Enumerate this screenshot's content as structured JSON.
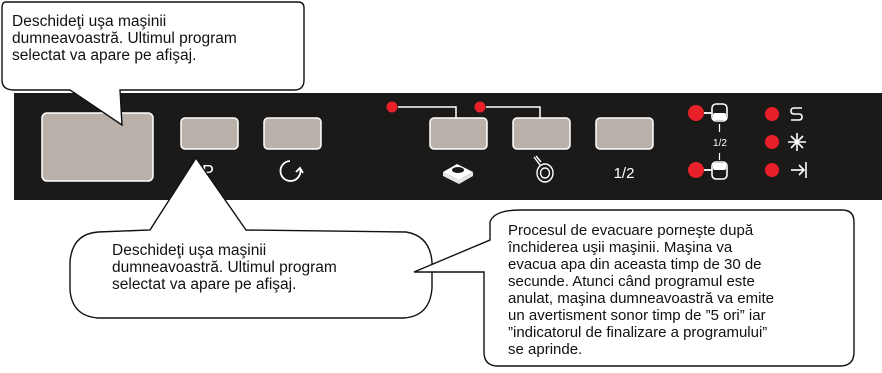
{
  "callouts": {
    "top_left": "Deschideţi uşa maşinii\ndumneavoastră. Ultimul program\nselectat va apare pe afişaj.",
    "bottom_left": "Deschideţi uşa maşinii\ndumneavoastră. Ultimul program\nselectat va apare pe afişaj.",
    "bottom_right": "Procesul de evacuare porneşte după\nînchiderea uşii maşinii. Maşina va\nevacua apa din aceasta timp de 30 de\nsecunde. Atunci când programul este\nanulat, maşina dumneavoastră va emite\nun avertisment sonor timp de ”5 ori” iar\n”indicatorul de finalizare a programului”\nse aprinde."
  },
  "panel": {
    "p_label": "P",
    "half_label": "1/2",
    "small_half_label": "1/2",
    "colors": {
      "panel": "#1c1a18",
      "button": "#b9b1aa",
      "indicator": "#e8202a"
    }
  },
  "icons": [
    "start-rotate-icon",
    "tablet-icon",
    "plate-brush-icon",
    "upper-basket-icon",
    "lower-basket-icon",
    "salt-icon",
    "rinse-aid-icon",
    "program-end-icon"
  ]
}
